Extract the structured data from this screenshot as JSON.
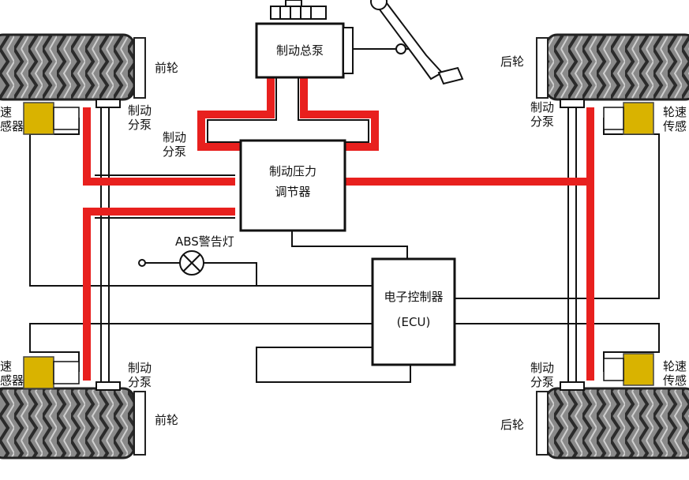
{
  "colors": {
    "brake_line": "#e8201e",
    "wire": "#111111",
    "tire": "#7a7a7a",
    "sensor": "#d9b300"
  },
  "components": {
    "master_cylinder": "制动总泵",
    "pressure_modulator_line1": "制动压力",
    "pressure_modulator_line2": "调节器",
    "ecu_line1": "电子控制器",
    "ecu_line2": "(ECU)",
    "warning_lamp": "ABS警告灯"
  },
  "labels": {
    "front_wheel": "前轮",
    "rear_wheel": "后轮",
    "brake_caliper_line1": "制动",
    "brake_caliper_line2": "分泵",
    "left_sensor_top": "速",
    "left_sensor_bottom": "感器",
    "right_sensor_top": "轮速",
    "right_sensor_bottom": "传感"
  }
}
